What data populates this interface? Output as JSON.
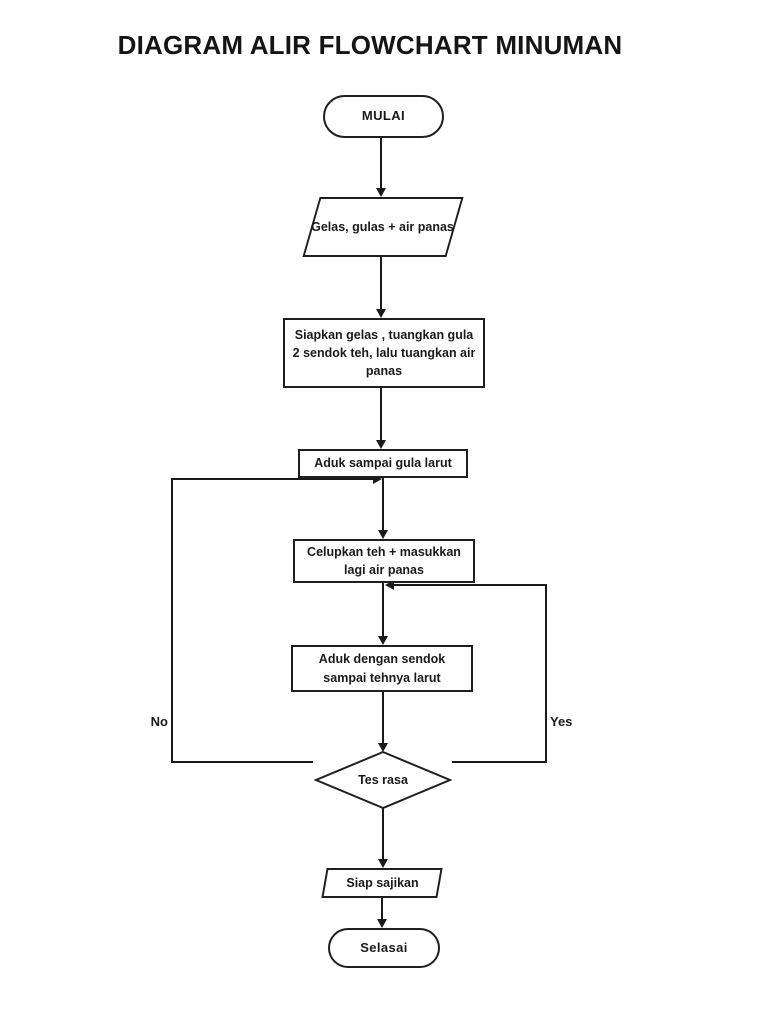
{
  "page": {
    "title": "DIAGRAM ALIR FLOWCHART MINUMAN"
  },
  "flowchart": {
    "nodes": [
      {
        "id": "start",
        "type": "terminator",
        "label": "MULAI"
      },
      {
        "id": "input",
        "type": "io-parallelogram",
        "label": "Gelas, gulas + air panas"
      },
      {
        "id": "process1",
        "type": "process",
        "label": "Siapkan gelas , tuangkan gula 2 sendok teh, lalu tuangkan air panas"
      },
      {
        "id": "process2",
        "type": "process",
        "label": "Aduk sampai gula larut"
      },
      {
        "id": "process3",
        "type": "process",
        "label": "Celupkan teh + masukkan lagi air panas"
      },
      {
        "id": "process4",
        "type": "process",
        "label": "Aduk dengan sendok sampai tehnya larut"
      },
      {
        "id": "decision",
        "type": "decision",
        "label": "Tes rasa"
      },
      {
        "id": "output",
        "type": "io-parallelogram",
        "label": "Siap sajikan"
      },
      {
        "id": "end",
        "type": "terminator",
        "label": "Selasai"
      }
    ],
    "edge_labels": {
      "no": "No",
      "yes": "Yes"
    }
  },
  "colors": {
    "stroke": "#1a1a1a",
    "fill": "#ffffff",
    "text": "#1a1a1a",
    "background": "#ffffff"
  }
}
